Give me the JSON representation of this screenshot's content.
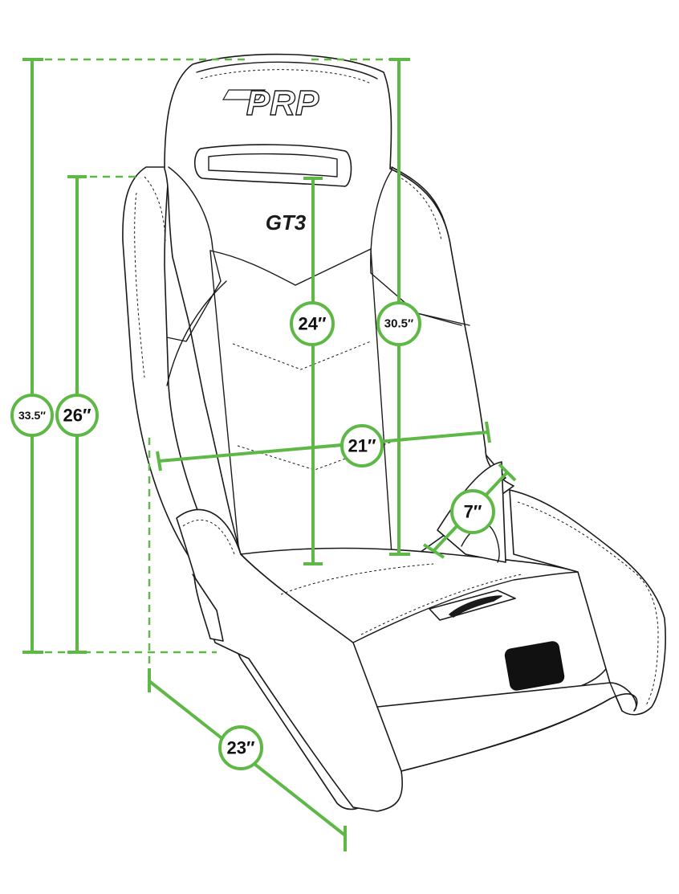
{
  "brand": {
    "logo_text": "PRP",
    "model_text": "GT3"
  },
  "colors": {
    "dimension": "#5db846",
    "outline": "#1a1a1a",
    "background": "#ffffff",
    "badge_fill": "#ffffff",
    "model_logo": "#1a1a1a"
  },
  "dimensions": {
    "overall_height": "33.5″",
    "side_height": "26″",
    "seat_back_height": "24″",
    "shoulder_height": "30.5″",
    "seat_width": "21″",
    "hip_width": "7″",
    "seat_depth": "23″"
  }
}
